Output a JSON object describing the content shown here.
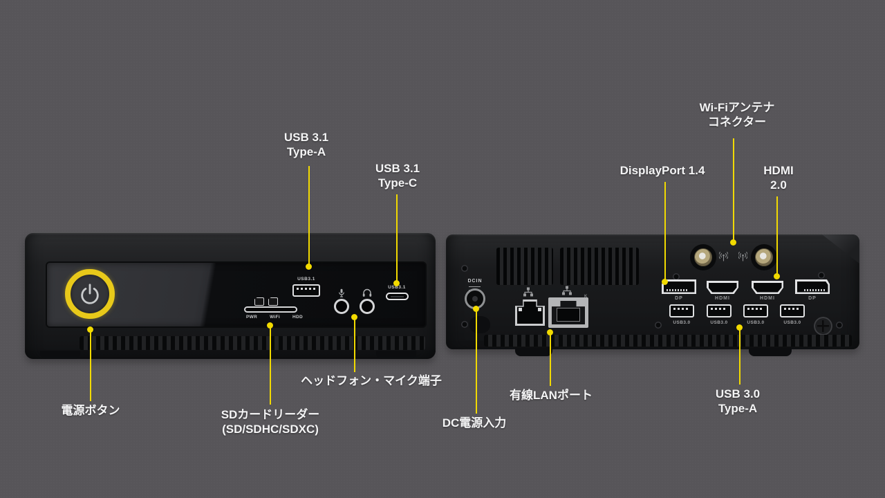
{
  "colors": {
    "background": "#575559",
    "annotation_yellow": "#f2da00",
    "power_ring_yellow": "#e8c91a",
    "label_text": "#f4f4f5",
    "device_black": "#1b1c1e"
  },
  "annotations": {
    "usb31_typea": "USB 3.1\nType-A",
    "usb31_typec": "USB 3.1\nType-C",
    "wifi_antenna": "Wi-Fiアンテナ\nコネクター",
    "displayport": "DisplayPort 1.4",
    "hdmi": "HDMI\n2.0",
    "power_button": "電源ボタン",
    "sd_card_reader": "SDカードリーダー\n(SD/SDHC/SDXC)",
    "headphone_mic": "ヘッドフォン・マイク端子",
    "dc_input": "DC電源入力",
    "lan_port": "有線LANポート",
    "usb30_typea": "USB 3.0\nType-A"
  },
  "front_device": {
    "usb_a_port_label": "USB3.1",
    "usb_c_port_label": "USB3.1",
    "led_labels": [
      "PWR",
      "WiFi",
      "HDD"
    ]
  },
  "rear_device": {
    "dc_in_label": "DCIN",
    "lan2_mark": "K",
    "video_port_labels": [
      "DP",
      "HDMI",
      "HDMI",
      "DP"
    ],
    "usb_port_labels": [
      "USB3.0",
      "USB3.0",
      "USB3.0",
      "USB3.0"
    ]
  }
}
